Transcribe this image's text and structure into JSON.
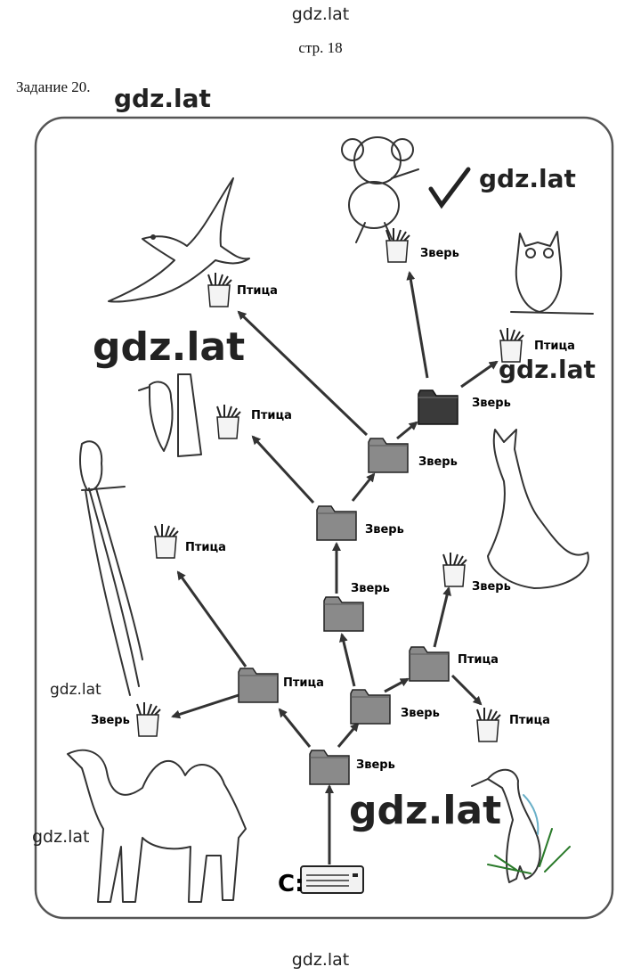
{
  "header": {
    "watermark_top": "gdz.lat",
    "page_label": "стр. 18",
    "task_label": "Задание 20."
  },
  "watermarks": {
    "w1": "gdz.lat",
    "w2": "gdz.lat",
    "w3": "gdz.lat",
    "w4": "gdz.lat",
    "w5": "gdz.lat",
    "w6": "gdz.lat",
    "w7": "gdz.lat",
    "w8": "gdz.lat"
  },
  "tree": {
    "root_label": "C:",
    "folders": [
      {
        "label": "Зверь"
      },
      {
        "label": "Птица"
      },
      {
        "label": "Зверь"
      },
      {
        "label": "Птица"
      },
      {
        "label": "Зверь"
      },
      {
        "label": "Зверь"
      },
      {
        "label": "Зверь"
      },
      {
        "label": "Зверь"
      }
    ],
    "files": [
      {
        "label": "Птица"
      },
      {
        "label": "Птица"
      },
      {
        "label": "Птица"
      },
      {
        "label": "Зверь"
      },
      {
        "label": "Зверь"
      },
      {
        "label": "Птица"
      },
      {
        "label": "Зверь"
      },
      {
        "label": "Птица"
      }
    ]
  },
  "colors": {
    "folder": "#8a8a8a",
    "folder_dark": "#3a3a3a",
    "stroke": "#333333",
    "frame": "#555555"
  }
}
